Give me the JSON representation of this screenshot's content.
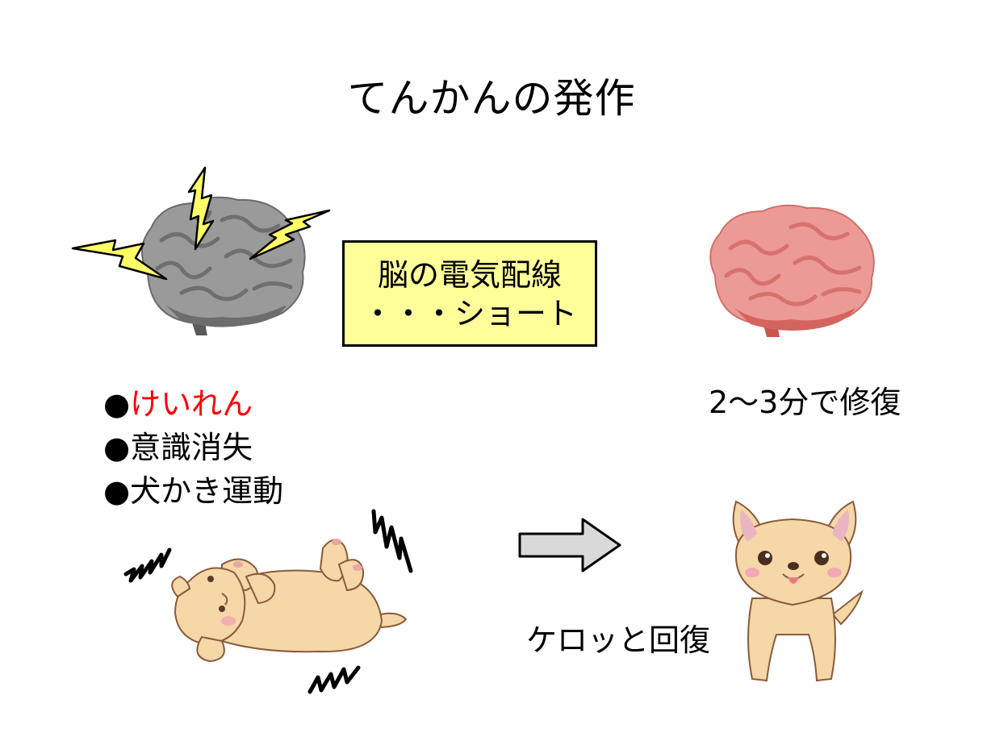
{
  "title": "てんかんの発作",
  "box": {
    "line1": "脳の電気配線",
    "line2": "・・・ショート"
  },
  "symptoms": [
    {
      "bullet": "●",
      "text": "けいれん",
      "color": "#ff0000"
    },
    {
      "bullet": "●",
      "text": "意識消失",
      "color": "#000000"
    },
    {
      "bullet": "●",
      "text": "犬かき運動",
      "color": "#000000"
    }
  ],
  "recovery_time": "2〜3分で修復",
  "recovery_note": "ケロッと回復",
  "icons": [
    "brain-gray-icon",
    "lightning-bolt-icon",
    "brain-pink-icon",
    "convulsing-dog-icon",
    "arrow-right-icon",
    "happy-dog-icon",
    "squiggle-icon"
  ],
  "colors": {
    "box_fill": "#ffff99",
    "highlight": "#ff0000",
    "bolt": "#ffff66",
    "brain_gray": "#8c8c8c",
    "brain_pink": "#e88a8a",
    "dog": "#f5d7a8",
    "arrow": "#d9d9d9"
  }
}
